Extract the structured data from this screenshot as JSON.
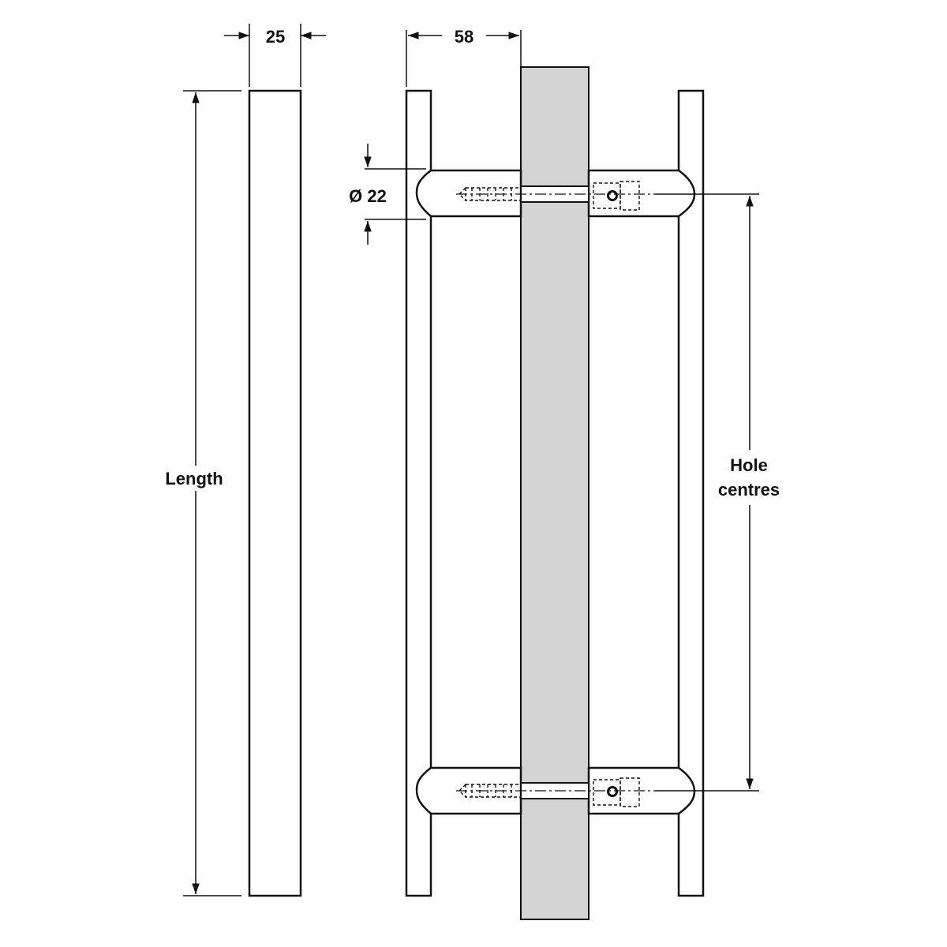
{
  "dimensions": {
    "width_label": "25",
    "depth_label": "58",
    "diameter_label": "Ø 22",
    "length_label": "Length",
    "hole_centres_label_line1": "Hole",
    "hole_centres_label_line2": "centres"
  },
  "colors": {
    "line": "#111111",
    "glass_fill": "#d4d4d4",
    "background": "#ffffff"
  }
}
